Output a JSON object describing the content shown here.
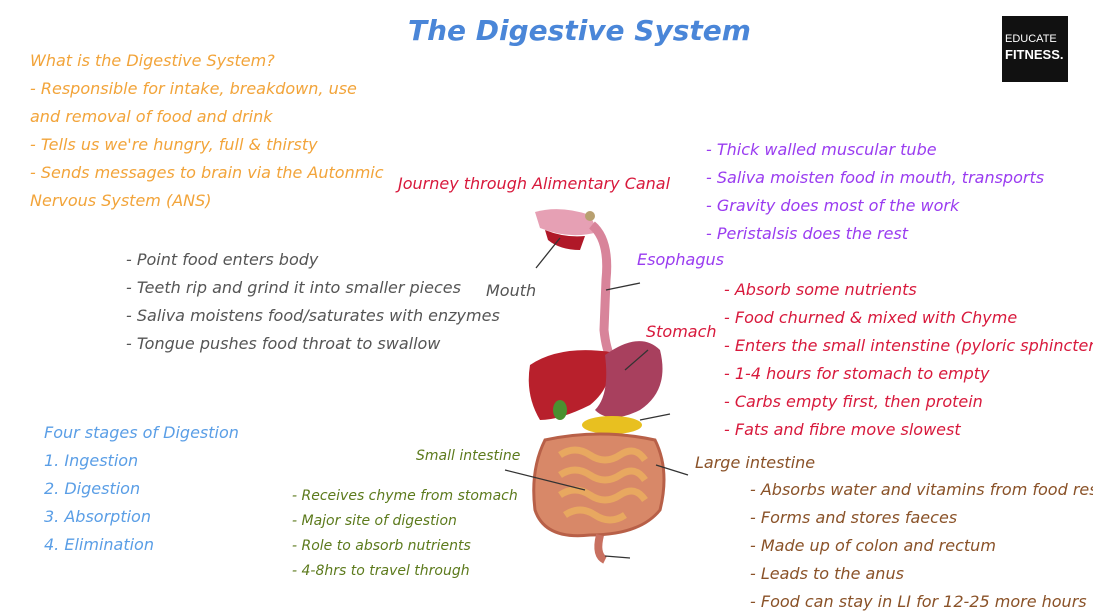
{
  "title": "The Digestive System",
  "logo": {
    "line1": "EDUCATE",
    "line2": "FITNESS."
  },
  "intro": {
    "heading": "What is the Digestive System?",
    "lines": [
      "- Responsible for intake, breakdown, use",
      "and removal of food and drink",
      "- Tells us we're hungry, full & thirsty",
      "- Sends messages to brain via the Autonmic",
      "Nervous System (ANS)"
    ]
  },
  "journey": "Journey through Alimentary Canal",
  "mouth": {
    "label": "Mouth",
    "points": [
      "- Point food enters body",
      "- Teeth rip and grind it into smaller pieces",
      "- Saliva moistens food/saturates with enzymes",
      "- Tongue pushes food throat to swallow"
    ]
  },
  "esophagus": {
    "label": "Esophagus",
    "points": [
      "- Thick walled muscular tube",
      "- Saliva moisten food in mouth, transports",
      "- Gravity does most of the work",
      "- Peristalsis does the rest"
    ]
  },
  "stomach": {
    "label": "Stomach",
    "points": [
      "- Absorb some nutrients",
      "- Food churned & mixed with Chyme",
      "- Enters the small intenstine (pyloric sphincter)",
      "- 1-4 hours for stomach to empty",
      "- Carbs empty first, then protein",
      "- Fats and fibre  move slowest"
    ]
  },
  "small_intestine": {
    "label": "Small intestine",
    "points": [
      "- Receives chyme from stomach",
      "- Major site of digestion",
      "- Role to absorb nutrients",
      "- 4-8hrs to travel through"
    ]
  },
  "large_intestine": {
    "label": "Large intestine",
    "points": [
      "- Absorbs water and vitamins from food resid",
      "- Forms and stores faeces",
      "- Made up of colon and rectum",
      "- Leads to the anus",
      "- Food can stay in LI for 12-25 more hours"
    ]
  },
  "stages": {
    "heading": "Four stages of Digestion",
    "items": [
      "1. Ingestion",
      "2. Digestion",
      "3. Absorption",
      "4. Elimination"
    ]
  }
}
